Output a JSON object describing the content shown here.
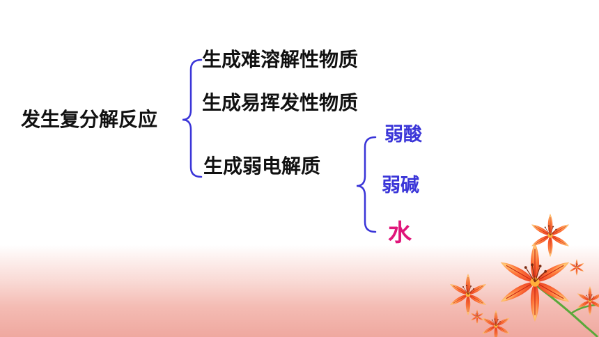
{
  "diagram": {
    "root": "发生复分解反应",
    "conditions": [
      "生成难溶解性物质",
      "生成易挥发性物质",
      "生成弱电解质"
    ],
    "weak_electrolytes": [
      "弱酸",
      "弱碱",
      "水"
    ]
  },
  "colors": {
    "text": "#111111",
    "brace": "#3a35d8",
    "weak_items": "#3a35d8",
    "water": "#e0157a"
  },
  "decor": {
    "corner_graphic": "orange-lily-flowers"
  }
}
